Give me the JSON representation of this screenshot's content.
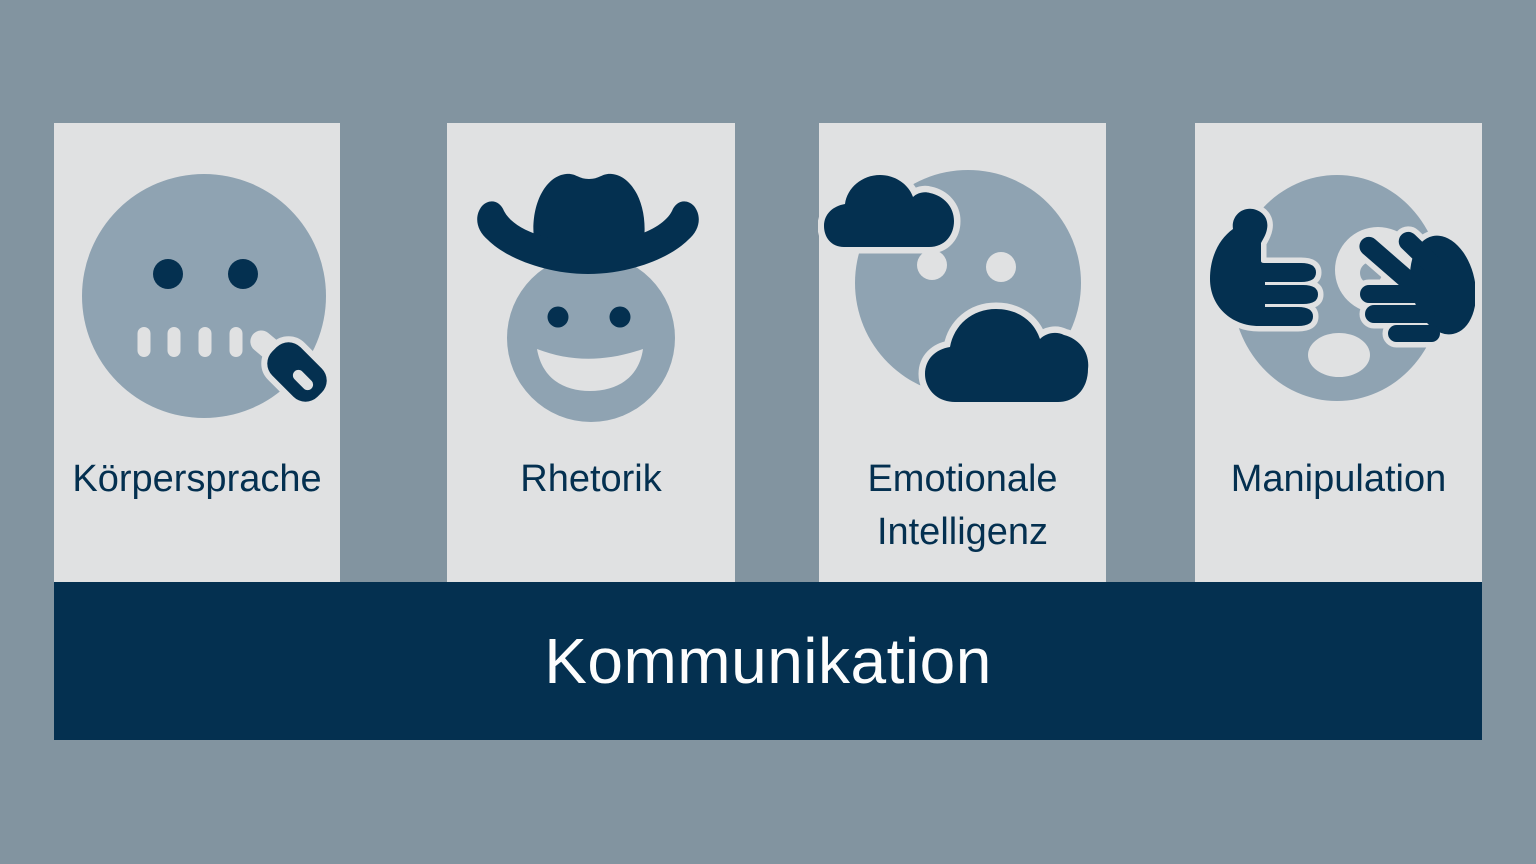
{
  "theme": {
    "background": "#8294A0",
    "card_bg": "#E0E1E2",
    "navy": "#043050",
    "face": "#8FA3B2",
    "light": "#E0E1E2",
    "banner_text": "#FDFDFD"
  },
  "cards": [
    {
      "label": "Körpersprache",
      "icon": "zipper-mouth-face-icon"
    },
    {
      "label": "Rhetorik",
      "icon": "cowboy-smiley-face-icon"
    },
    {
      "label": "Emotionale Intelligenz",
      "icon": "face-in-clouds-icon"
    },
    {
      "label": "Manipulation",
      "icon": "face-with-peeking-eye-icon"
    }
  ],
  "banner": {
    "label": "Kommunikation"
  }
}
